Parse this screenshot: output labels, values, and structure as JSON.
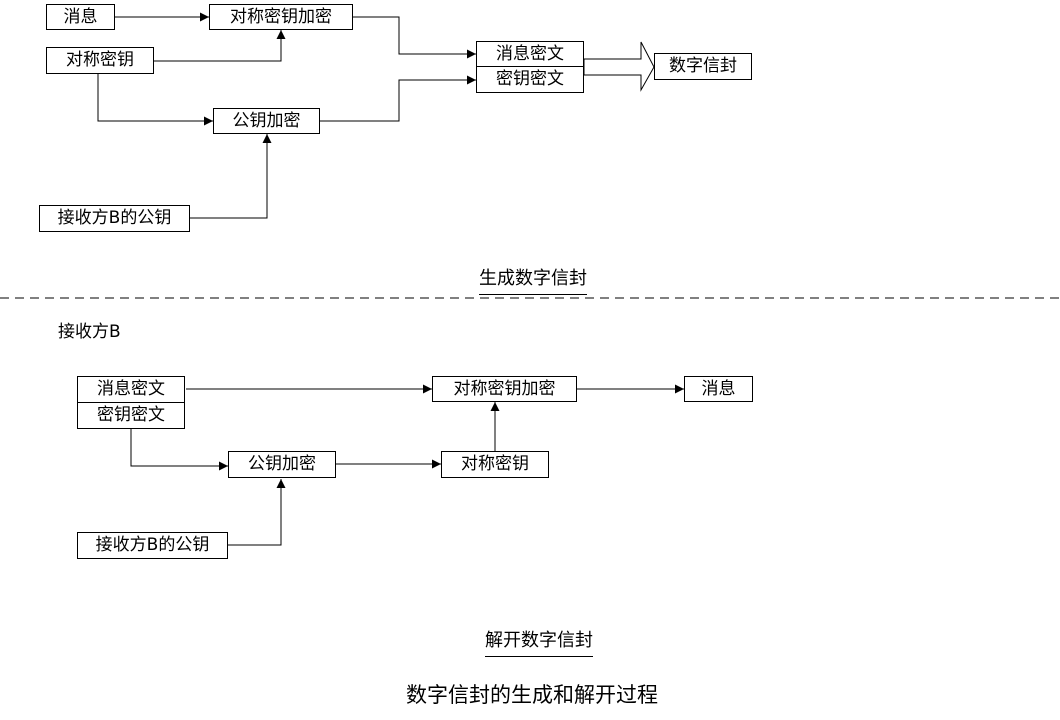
{
  "generate": {
    "message": "消息",
    "sym_encrypt": "对称密钥加密",
    "sym_key": "对称密钥",
    "pub_encrypt": "公钥加密",
    "recipient_pubkey": "接收方B的公钥",
    "msg_cipher": "消息密文",
    "key_cipher": "密钥密文",
    "envelope": "数字信封",
    "caption": "生成数字信封"
  },
  "open": {
    "party": "接收方B",
    "msg_cipher": "消息密文",
    "key_cipher": "密钥密文",
    "sym_decrypt": "对称密钥加密",
    "message": "消息",
    "pub_decrypt": "公钥加密",
    "sym_key": "对称密钥",
    "recipient_pubkey": "接收方B的公钥",
    "caption": "解开数字信封"
  },
  "title": "数字信封的生成和解开过程"
}
